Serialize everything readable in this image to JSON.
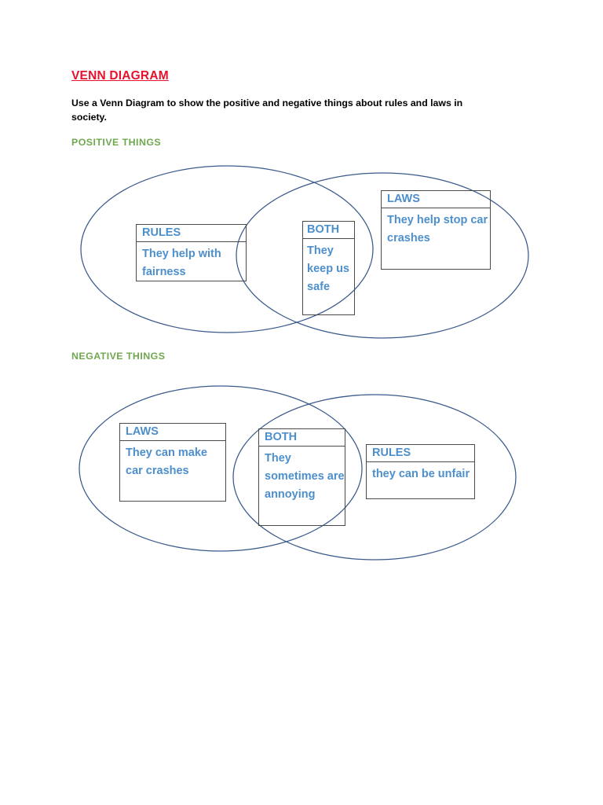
{
  "document": {
    "title": "VENN DIAGRAM",
    "intro": "Use a Venn Diagram to show the positive and negative things about rules and laws in society."
  },
  "colors": {
    "title": "#E8112D",
    "heading": "#70A84F",
    "box_text": "#4D8FCC",
    "ellipse_stroke": "#3A5A8C",
    "box_border": "#4A4A4A",
    "body_text": "#000000"
  },
  "sections": [
    {
      "heading": "POSITIVE THINGS",
      "boxes": {
        "left": {
          "header": "RULES",
          "body": "They help with fairness"
        },
        "middle": {
          "header": "BOTH",
          "body": "They keep us safe"
        },
        "right": {
          "header": "LAWS",
          "body": "They help stop car crashes"
        }
      }
    },
    {
      "heading": "NEGATIVE THINGS",
      "boxes": {
        "left": {
          "header": "LAWS",
          "body": "They can make car crashes"
        },
        "middle": {
          "header": "BOTH",
          "body": "They sometimes are annoying"
        },
        "right": {
          "header": "RULES",
          "body": "they can be unfair"
        }
      }
    }
  ]
}
